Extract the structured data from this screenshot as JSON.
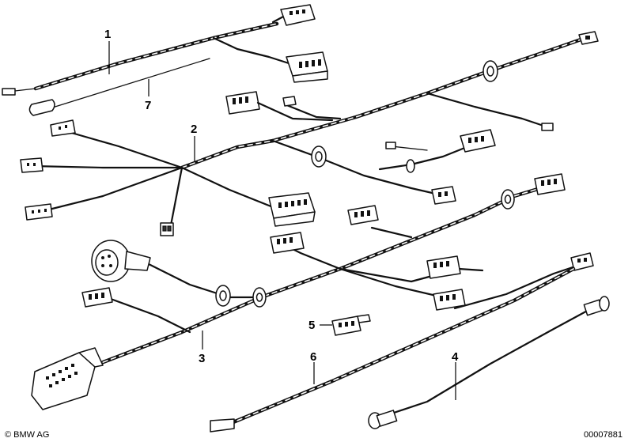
{
  "diagram": {
    "callouts": [
      {
        "id": "1",
        "label": "1"
      },
      {
        "id": "2",
        "label": "2"
      },
      {
        "id": "3",
        "label": "3"
      },
      {
        "id": "4",
        "label": "4"
      },
      {
        "id": "5",
        "label": "5"
      },
      {
        "id": "6",
        "label": "6"
      },
      {
        "id": "7",
        "label": "7"
      }
    ],
    "footer": {
      "copyright": "© BMW AG",
      "part_number": "00007881"
    }
  }
}
